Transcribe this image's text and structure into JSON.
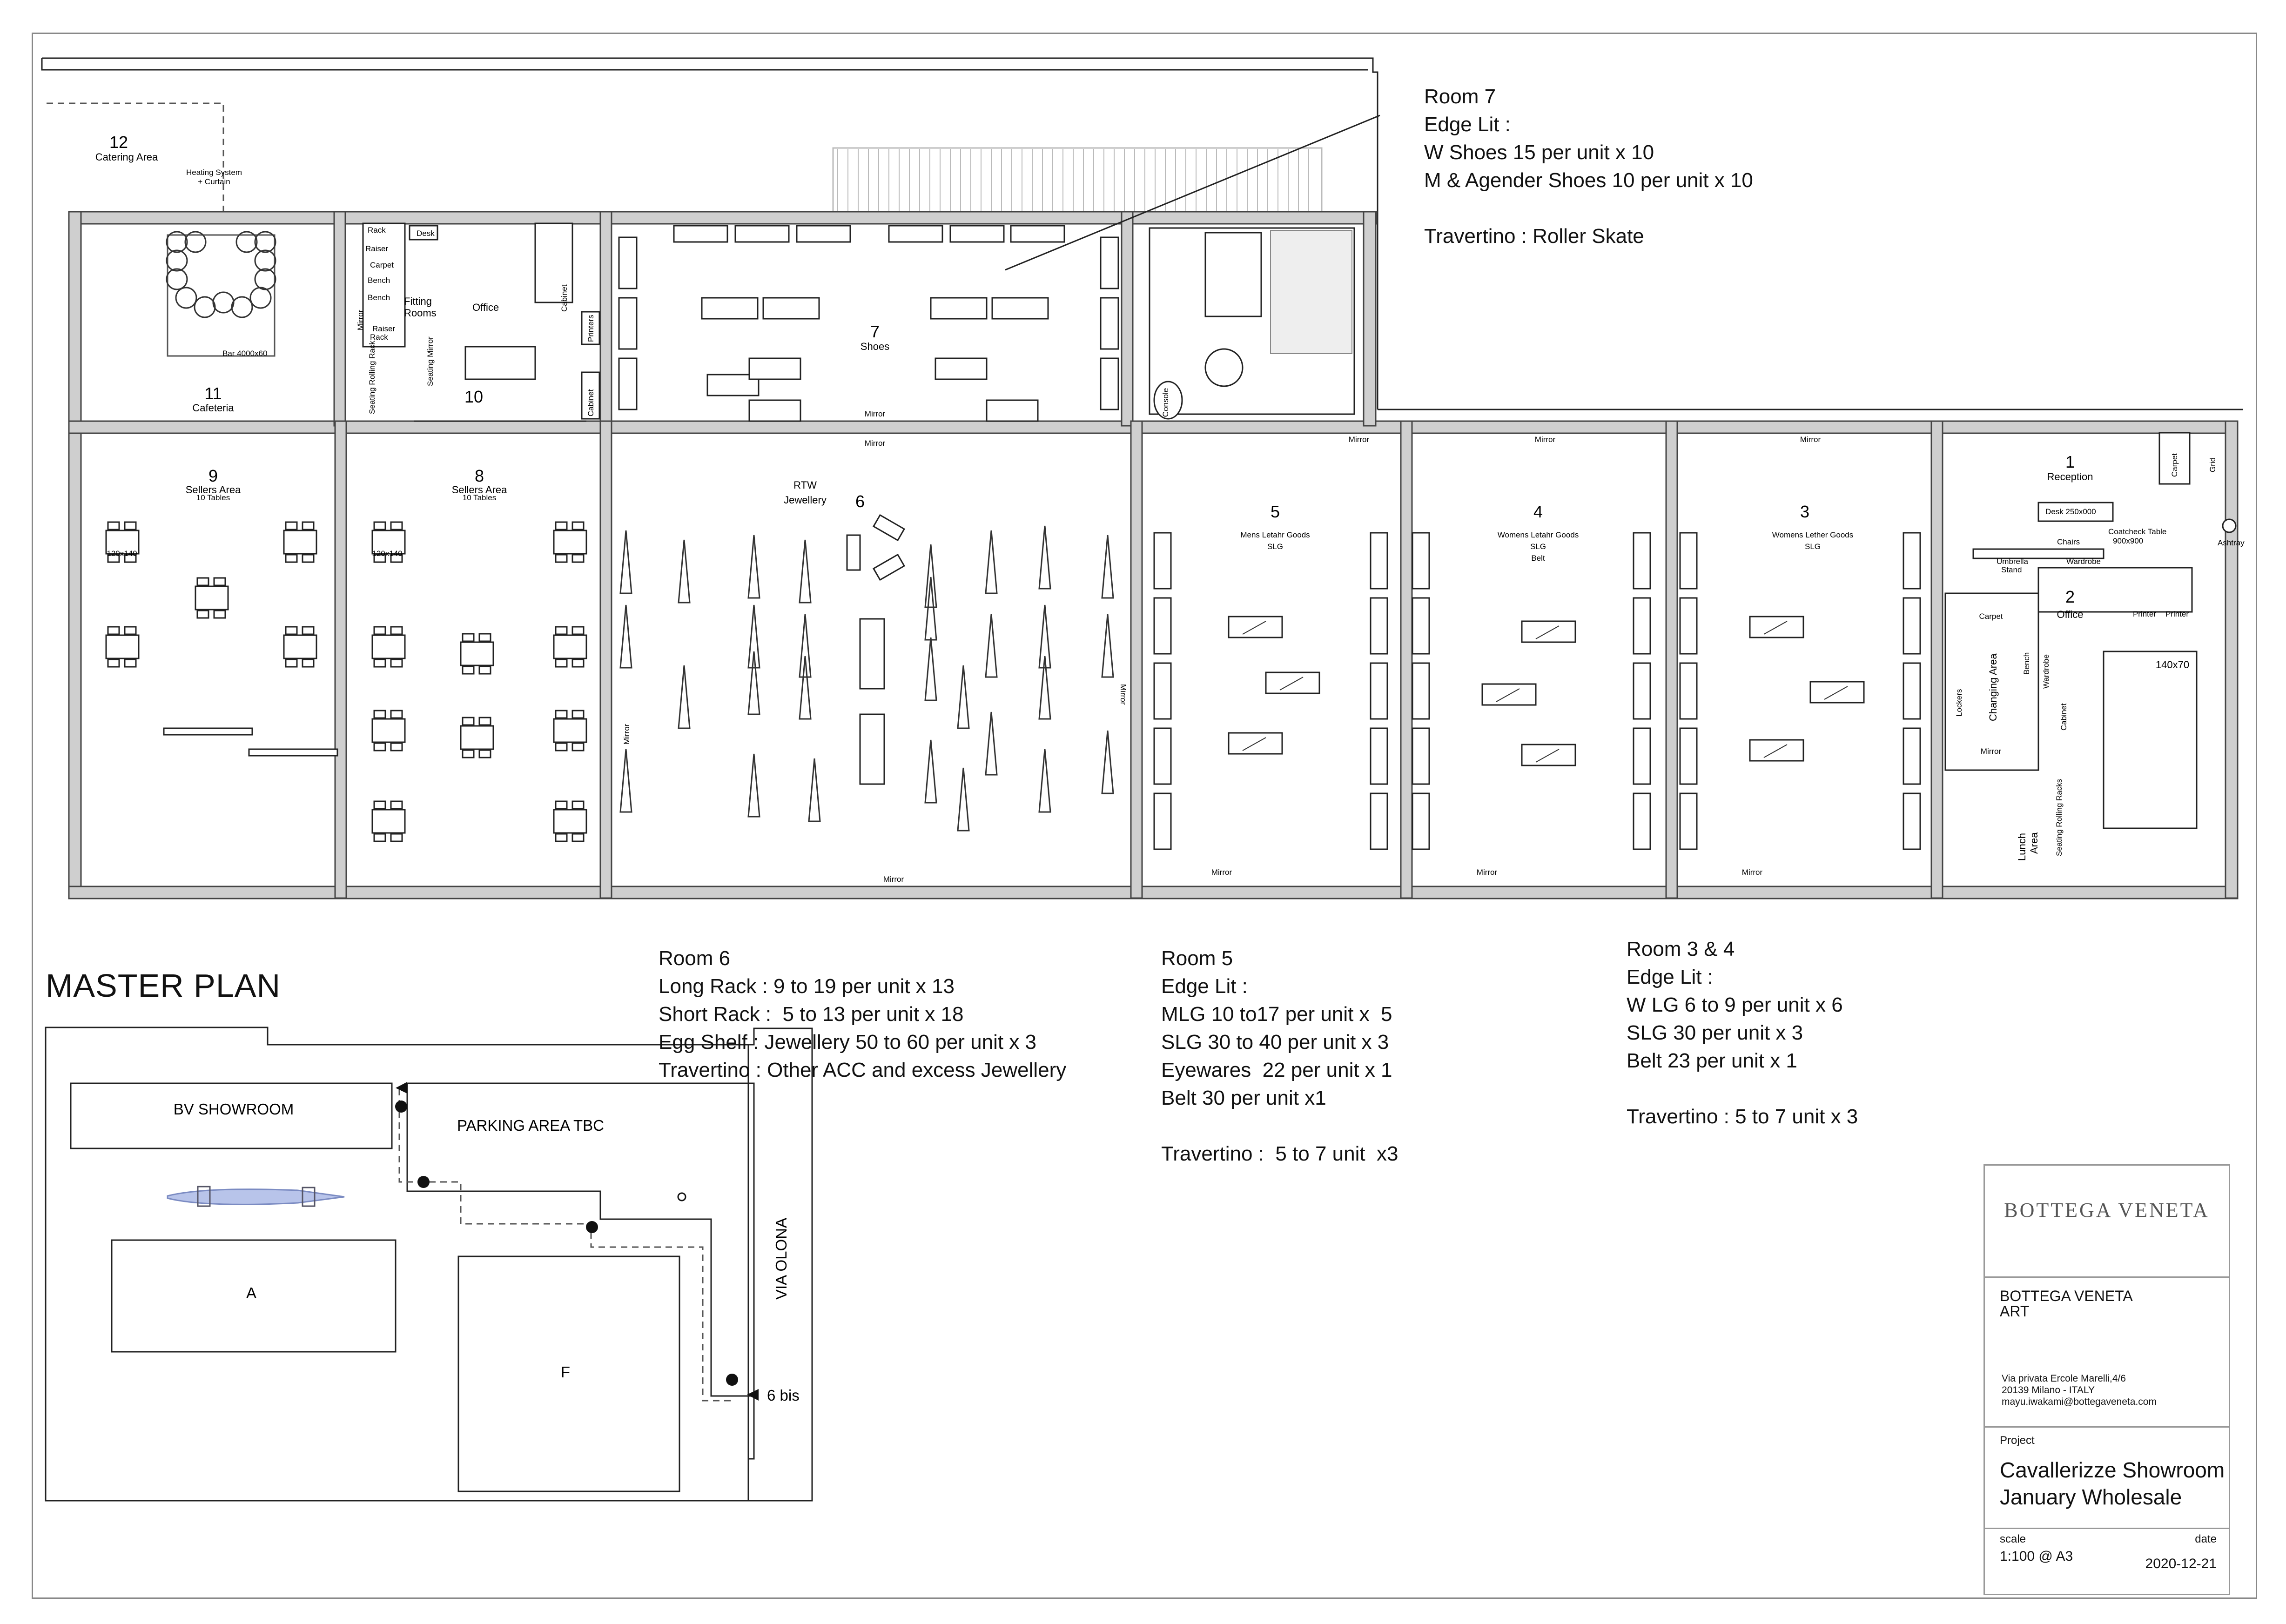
{
  "rooms": {
    "r12": {
      "num": "12",
      "name": "Catering Area",
      "note1": "Heating System",
      "note2": "+ Curtain"
    },
    "r11": {
      "num": "11",
      "name": "Cafeteria",
      "table": "Bar 4000x60"
    },
    "r10": {
      "num": "10",
      "office": "Office",
      "fitting": "Fitting",
      "fitting2": "Rooms",
      "items": [
        "Rack",
        "Raiser",
        "Carpet",
        "Bench",
        "Bench",
        "Raiser",
        "Rack",
        "Desk",
        "Cabinet",
        "Printers",
        "Cabinet"
      ],
      "mirror": "Mirror",
      "seating_mirror": "Seating Mirror",
      "seating_rack": "Seating Rolling Rack"
    },
    "r9": {
      "num": "9",
      "name": "Sellers Area",
      "sub": "10 Tables",
      "table": "120x140"
    },
    "r8": {
      "num": "8",
      "name": "Sellers Area",
      "sub": "10 Tables",
      "table": "120x140"
    },
    "r7": {
      "num": "7",
      "name": "Shoes",
      "mirror": "Mirror",
      "mirror2": "Mirror"
    },
    "r6": {
      "num": "6",
      "name": "RTW",
      "name2": "Jewellery",
      "mirror": "Mirror",
      "mirror2": "Mirror",
      "mirror3": "Mirror"
    },
    "r5": {
      "num": "5",
      "name": "Mens Letahr Goods",
      "sub": "SLG",
      "mirror": "Mirror"
    },
    "r4": {
      "num": "4",
      "name": "Womens Letahr Goods",
      "sub": "SLG",
      "sub2": "Belt",
      "mirror": "Mirror"
    },
    "r3": {
      "num": "3",
      "name": "Womens Lether Goods",
      "sub": "SLG",
      "mirror": "Mirror"
    },
    "r2": {
      "num": "2",
      "name": "Office",
      "printer": "Printer",
      "printer2": "Printer",
      "desk": "140x70",
      "changing": "Changing Area",
      "lockers": "Lockers",
      "carpet": "Carpet",
      "mirror": "Mirror",
      "lunch": "Lunch",
      "lunch2": "Area",
      "seating_racks": "Seating Rolling Racks",
      "bench": "Bench",
      "wardrobe": "Wardrobe",
      "cabinet": "Cabinet"
    },
    "r1": {
      "num": "1",
      "name": "Reception",
      "desk": "Desk 250x000",
      "chairs": "Chairs",
      "coatcheck": "Coatcheck Table",
      "coatcheck2": "900x900",
      "umbrella": "Umbrella",
      "umbrella2": "Stand",
      "wardrobe": "Wardrobe",
      "carpet": "Carpet",
      "grid": "Grid",
      "ashtray": "Ashtray"
    },
    "corridor_mirrors": [
      "Mirror",
      "Mirror",
      "Mirror"
    ],
    "console": "Console"
  },
  "annotations": {
    "room7": [
      "Room 7",
      "Edge Lit :",
      "W Shoes 15 per unit x 10",
      "M & Agender Shoes 10 per unit x 10",
      "",
      "Travertino : Roller Skate"
    ],
    "room6": [
      "Room 6",
      "Long Rack : 9 to 19 per unit x 13",
      "Short Rack :  5 to 13 per unit x 18",
      "Egg Shelf : Jewellery 50 to 60 per unit x 3",
      "Travertino : Other ACC and excess Jewellery"
    ],
    "room5": [
      "Room 5",
      "Edge Lit :",
      "MLG 10 to17 per unit x  5",
      "SLG 30 to 40 per unit x 3",
      "Eyewares  22 per unit x 1",
      "Belt 30 per unit x1",
      "",
      "Travertino :  5 to 7 unit  x3"
    ],
    "room34": [
      "Room 3 & 4",
      "Edge Lit :",
      "W LG 6 to 9 per unit x 6",
      "SLG 30 per unit x 3",
      "Belt 23 per unit x 1",
      "",
      "Travertino : 5 to 7 unit x 3"
    ]
  },
  "master_plan": {
    "title": "MASTER PLAN",
    "bv_showroom": "BV SHOWROOM",
    "parking": "PARKING AREA TBC",
    "building_a": "A",
    "building_f": "F",
    "street": "VIA OLONA",
    "entrance": "6 bis"
  },
  "title_block": {
    "logo": "BOTTEGA VENETA",
    "company": "BOTTEGA VENETA",
    "company2": "ART",
    "address1": "Via privata Ercole Marelli,4/6",
    "address2": "20139 Milano - ITALY",
    "email": "mayu.iwakami@bottegaveneta.com",
    "project_label": "Project",
    "project1": "Cavallerizze Showroom",
    "project2": "January Wholesale",
    "scale_label": "scale",
    "scale": "1:100 @ A3",
    "date_label": "date",
    "date": "2020-12-21"
  }
}
